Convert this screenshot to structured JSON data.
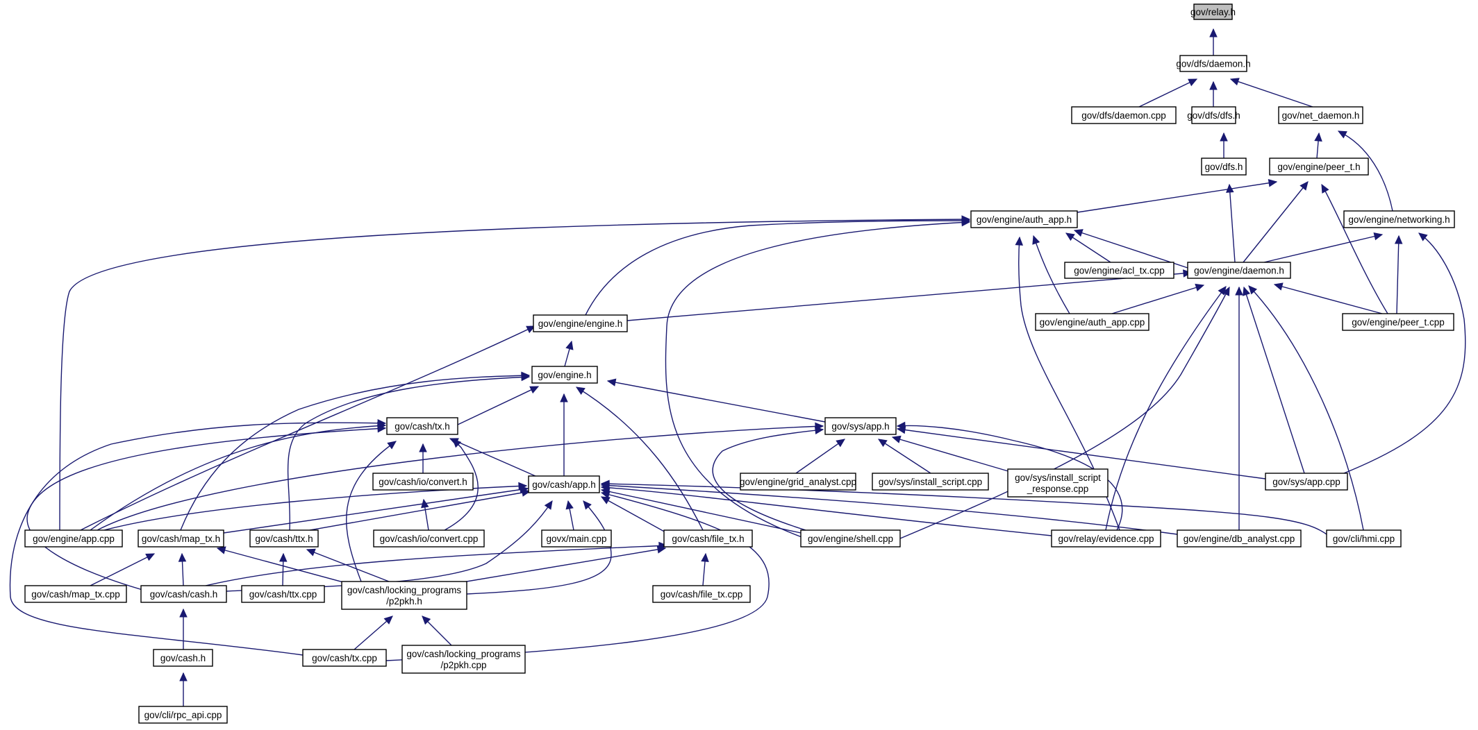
{
  "diagram": {
    "type": "include-dependency-graph",
    "nodes": {
      "relay_h": [
        "gov/relay.h"
      ],
      "dfs_daemon_h": [
        "gov/dfs/daemon.h"
      ],
      "dfs_daemon_cpp": [
        "gov/dfs/daemon.cpp"
      ],
      "dfs_dfs_h": [
        "gov/dfs/dfs.h"
      ],
      "net_daemon_h": [
        "gov/net_daemon.h"
      ],
      "dfs_h": [
        "gov/dfs.h"
      ],
      "peer_t_h": [
        "gov/engine/peer_t.h"
      ],
      "auth_app_h": [
        "gov/engine/auth_app.h"
      ],
      "networking_h": [
        "gov/engine/networking.h"
      ],
      "acl_tx_cpp": [
        "gov/engine/acl_tx.cpp"
      ],
      "engine_daemon_h": [
        "gov/engine/daemon.h"
      ],
      "engine_engine_h": [
        "gov/engine/engine.h"
      ],
      "auth_app_cpp": [
        "gov/engine/auth_app.cpp"
      ],
      "peer_t_cpp": [
        "gov/engine/peer_t.cpp"
      ],
      "engine_h": [
        "gov/engine.h"
      ],
      "cash_tx_h": [
        "gov/cash/tx.h"
      ],
      "sys_app_h": [
        "gov/sys/app.h"
      ],
      "io_convert_h": [
        "gov/cash/io/convert.h"
      ],
      "grid_analyst_cpp": [
        "gov/engine/grid_analyst.cpp"
      ],
      "install_script_cpp": [
        "gov/sys/install_script.cpp"
      ],
      "install_script_response_cpp": [
        "gov/sys/install_script",
        "_response.cpp"
      ],
      "sys_app_cpp": [
        "gov/sys/app.cpp"
      ],
      "cash_app_h": [
        "gov/cash/app.h"
      ],
      "engine_app_cpp": [
        "gov/engine/app.cpp"
      ],
      "map_tx_h": [
        "gov/cash/map_tx.h"
      ],
      "ttx_h": [
        "gov/cash/ttx.h"
      ],
      "io_convert_cpp": [
        "gov/cash/io/convert.cpp"
      ],
      "govx_main_cpp": [
        "govx/main.cpp"
      ],
      "file_tx_h": [
        "gov/cash/file_tx.h"
      ],
      "shell_cpp": [
        "gov/engine/shell.cpp"
      ],
      "evidence_cpp": [
        "gov/relay/evidence.cpp"
      ],
      "db_analyst_cpp": [
        "gov/engine/db_analyst.cpp"
      ],
      "hmi_cpp": [
        "gov/cli/hmi.cpp"
      ],
      "map_tx_cpp": [
        "gov/cash/map_tx.cpp"
      ],
      "cash_cash_h": [
        "gov/cash/cash.h"
      ],
      "ttx_cpp": [
        "gov/cash/ttx.cpp"
      ],
      "p2pkh_h": [
        "gov/cash/locking_programs",
        "/p2pkh.h"
      ],
      "file_tx_cpp": [
        "gov/cash/file_tx.cpp"
      ],
      "cash_h": [
        "gov/cash.h"
      ],
      "cash_tx_cpp": [
        "gov/cash/tx.cpp"
      ],
      "p2pkh_cpp": [
        "gov/cash/locking_programs",
        "/p2pkh.cpp"
      ],
      "rpc_api_cpp": [
        "gov/cli/rpc_api.cpp"
      ]
    }
  }
}
